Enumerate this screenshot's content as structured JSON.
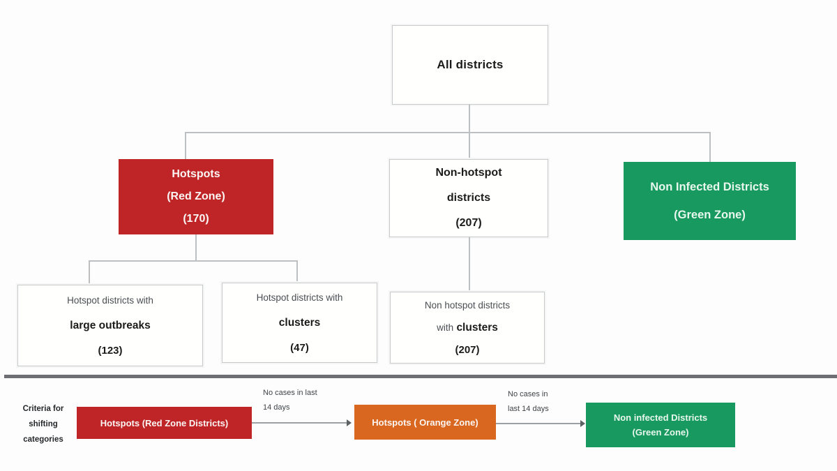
{
  "colors": {
    "red": "#bf2527",
    "orange": "#d9671f",
    "green": "#18995f",
    "connector": "#bcc0c2",
    "divider": "#6d6f74"
  },
  "tree": {
    "root": {
      "label": "All districts"
    },
    "level1": {
      "hotspots": {
        "l1": "Hotspots",
        "l2": "(Red Zone)",
        "l3": "(170)"
      },
      "nonhotspot": {
        "l1": "Non-hotspot",
        "l2": "districts",
        "l3": "(207)"
      },
      "noninfected": {
        "l1": "Non Infected Districts",
        "l2": "(Green Zone)"
      }
    },
    "level2": {
      "large_outbreaks": {
        "l1": "Hotspot districts with",
        "l2": "large outbreaks",
        "l3": "(123)"
      },
      "clusters": {
        "l1": "Hotspot districts with",
        "l2": "clusters",
        "l3": "(47)"
      },
      "nonhotspot_clusters": {
        "l1": "Non hotspot districts",
        "l2a": "with",
        "l2b": "clusters",
        "l3": "(207)"
      }
    }
  },
  "criteria": {
    "label_l1": "Criteria for",
    "label_l2": "shifting",
    "label_l3": "categories",
    "step_red": "Hotspots (Red Zone Districts)",
    "arrow1_l1": "No cases in last",
    "arrow1_l2": "14 days",
    "step_orange": "Hotspots ( Orange Zone)",
    "arrow2_l1": "No cases in",
    "arrow2_l2": "last 14 days",
    "step_green_l1": "Non infected Districts",
    "step_green_l2": "(Green Zone)"
  }
}
